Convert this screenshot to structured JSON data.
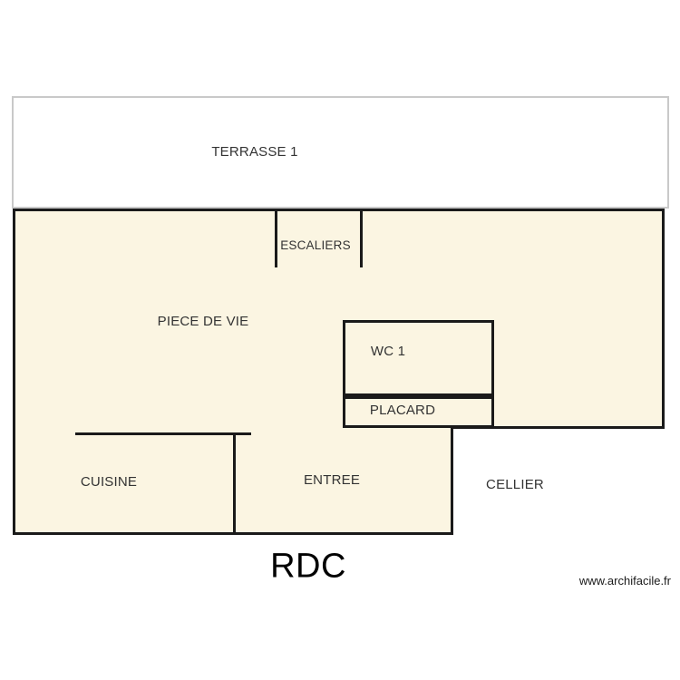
{
  "plan": {
    "title": "RDC",
    "watermark": "www.archifacile.fr",
    "colors": {
      "wall": "#1a1a1a",
      "room_fill": "#fbf5e2",
      "white_fill": "#ffffff",
      "terrace_outline": "#c9c9c9",
      "label_text": "#333333"
    },
    "rooms": [
      {
        "name": "TERRASSE 1",
        "label": "TERRASSE 1",
        "fill": "#ffffff",
        "outline": "#c9c9c9"
      },
      {
        "name": "PIECE DE VIE",
        "label": "PIECE DE VIE",
        "fill": "#fbf5e2",
        "outline": "#1a1a1a"
      },
      {
        "name": "ESCALIERS",
        "label": "ESCALIERS",
        "fill": "#fbf5e2",
        "outline": "#1a1a1a"
      },
      {
        "name": "WC 1",
        "label": "WC 1",
        "fill": "#fbf5e2",
        "outline": "#1a1a1a"
      },
      {
        "name": "PLACARD",
        "label": "PLACARD",
        "fill": "#fbf5e2",
        "outline": "#1a1a1a"
      },
      {
        "name": "CUISINE",
        "label": "CUISINE",
        "fill": "#fbf5e2",
        "outline": "#1a1a1a"
      },
      {
        "name": "ENTREE",
        "label": "ENTREE",
        "fill": "#fbf5e2",
        "outline": "#1a1a1a"
      },
      {
        "name": "CELLIER",
        "label": "CELLIER",
        "fill": "#ffffff",
        "outline": "#1a1a1a"
      }
    ]
  }
}
